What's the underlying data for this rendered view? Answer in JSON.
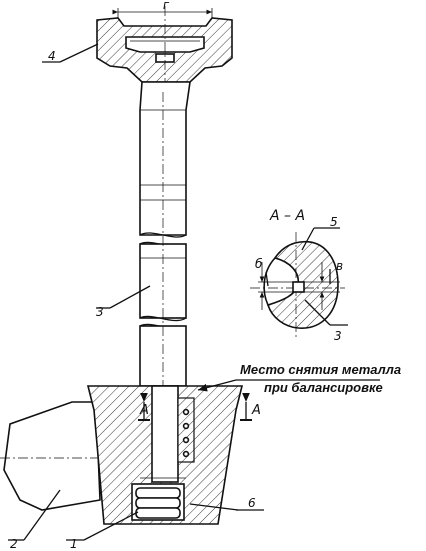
{
  "callouts": {
    "part_1": "1",
    "part_2": "2",
    "part_3": "3",
    "part_4": "4",
    "part_5": "5",
    "part_6": "6",
    "section_part_3": "3"
  },
  "dimensions": {
    "top_width": "г",
    "section_b": "б",
    "section_v": "в"
  },
  "section": {
    "title": "A – A",
    "cut_mark_left": "A",
    "cut_mark_right": "A"
  },
  "annotation": {
    "line1": "Место снятия металла",
    "line2": "при балансировке"
  }
}
